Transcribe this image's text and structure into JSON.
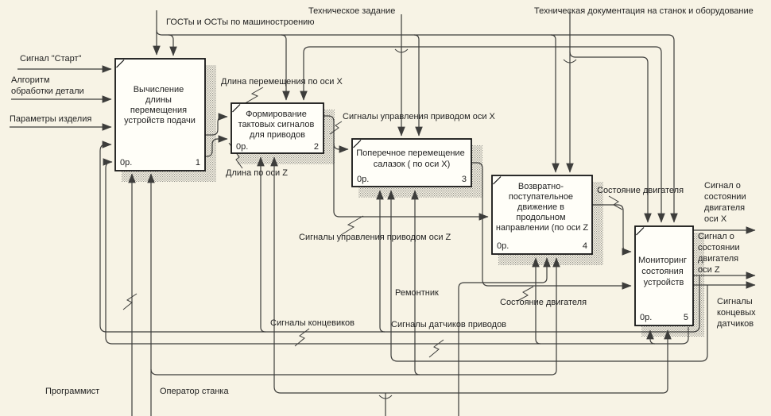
{
  "colors": {
    "background": "#f7f3e5",
    "line": "#3d3d3b",
    "box_fill": "#fffef8",
    "box_border": "#141414",
    "text": "#1f1f1f",
    "shadow": "#908f8a"
  },
  "boxes": [
    {
      "title_lines": [
        "Вычисление",
        "длины",
        "перемещения",
        "устройств подачи"
      ],
      "code": "0р.",
      "number": "1"
    },
    {
      "title_lines": [
        "Формирование",
        "тактовых сигналов",
        "для приводов"
      ],
      "code": "0р.",
      "number": "2"
    },
    {
      "title_lines": [
        "Поперечное перемещение",
        "салазок ( по оси Х)"
      ],
      "code": "0р.",
      "number": "3"
    },
    {
      "title_lines": [
        "Возвратно-",
        "поступательное",
        "движение в",
        "продольном",
        "направлении (по оси Z"
      ],
      "code": "0р.",
      "number": "4"
    },
    {
      "title_lines": [
        "Мониторинг",
        "состояния",
        "устройств"
      ],
      "code": "0р.",
      "number": "5"
    }
  ],
  "labels": {
    "tech_task": "Техническое задание",
    "gost": "ГОСТы и ОСТы по машиностроению",
    "tech_doc": "Техническая документация на станок и оборудование",
    "signal_start": "Сигнал \"Старт\"",
    "algorithm_lines": [
      "Алгоритм",
      "обработки детали"
    ],
    "params": "Параметры изделия",
    "length_x": "Длина перемещения по оси X",
    "length_z": "Длина по оси Z",
    "ctrl_x": "Сигналы управления приводом оси X",
    "ctrl_z": "Сигналы управления приводом оси Z",
    "engine_state_1": "Состояние двигателя",
    "engine_state_2": "Состояние двигателя",
    "repairman": "Ремонтник",
    "limit_signals": "Сигналы концевиков",
    "drive_sensors": "Сигналы датчиков приводов",
    "out_x_lines": [
      "Сигнал о",
      "состоянии",
      "двигателя",
      "оси X"
    ],
    "out_z_lines": [
      "Сигнал о",
      "состоянии",
      "двигателя",
      "оси Z"
    ],
    "out_limit_lines": [
      "Сигналы",
      "концевых",
      "датчиков"
    ],
    "programmer": "Программист",
    "operator": "Оператор станка"
  }
}
